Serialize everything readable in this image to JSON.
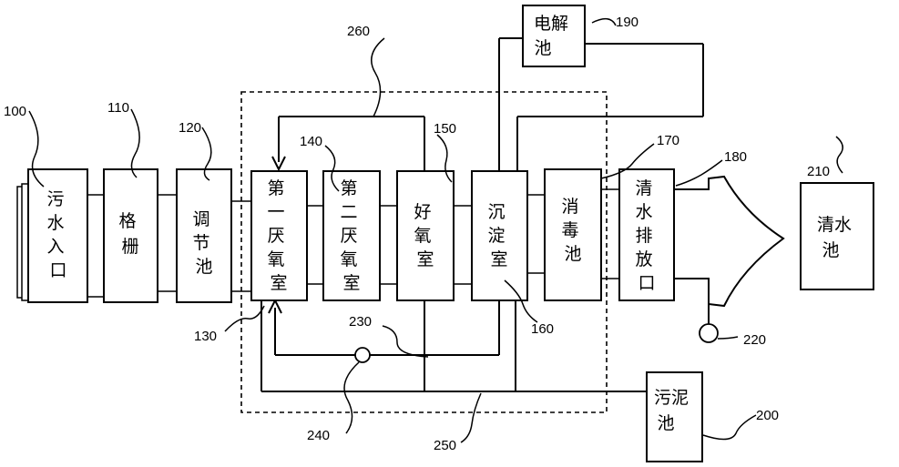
{
  "units": [
    {
      "id": "100",
      "label": "污水入口",
      "lines": [
        "污",
        "水",
        "入",
        "口"
      ]
    },
    {
      "id": "110",
      "label": "格栅",
      "lines": [
        "格",
        "栅"
      ]
    },
    {
      "id": "120",
      "label": "调节池",
      "lines": [
        "调",
        "节",
        "池"
      ]
    },
    {
      "id": "130",
      "label": "第一厌氧室",
      "lines": [
        "第",
        "一",
        "厌",
        "氧",
        "室"
      ]
    },
    {
      "id": "140",
      "label": "第二厌氧室",
      "lines": [
        "第",
        "二",
        "厌",
        "氧",
        "室"
      ]
    },
    {
      "id": "150",
      "label": "好氧室",
      "lines": [
        "好",
        "氧",
        "室"
      ]
    },
    {
      "id": "160",
      "label": "沉淀室",
      "lines": [
        "沉",
        "淀",
        "室"
      ]
    },
    {
      "id": "170",
      "label": "消毒池",
      "lines": [
        "消",
        "毒",
        "池"
      ]
    },
    {
      "id": "180",
      "label": "清水排放口",
      "lines": [
        "清",
        "水",
        "排",
        "放",
        "口"
      ]
    },
    {
      "id": "190",
      "label": "电解池",
      "lines": [
        "电解",
        "池"
      ]
    },
    {
      "id": "200",
      "label": "污泥池",
      "lines": [
        "污泥",
        "池"
      ]
    },
    {
      "id": "210",
      "label": "清水池",
      "lines": [
        "清水",
        "池"
      ]
    }
  ],
  "reference_numbers": {
    "n100": "100",
    "n110": "110",
    "n120": "120",
    "n130": "130",
    "n140": "140",
    "n150": "150",
    "n160": "160",
    "n170": "170",
    "n180": "180",
    "n190": "190",
    "n200": "200",
    "n210": "210",
    "n220": "220",
    "n230": "230",
    "n240": "240",
    "n250": "250",
    "n260": "260"
  }
}
